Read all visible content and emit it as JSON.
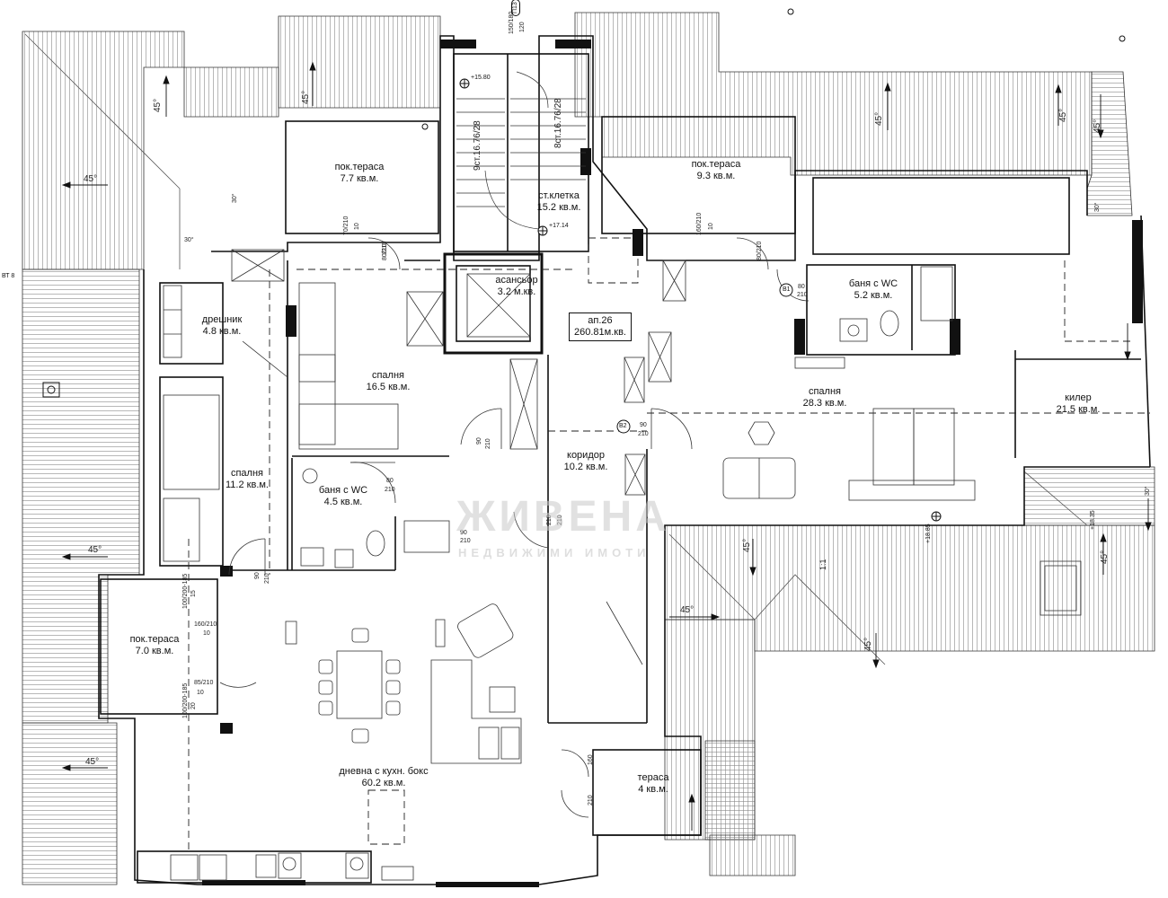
{
  "apartment": {
    "id": "ап.26",
    "area": "260.81м.кв."
  },
  "rooms": {
    "terrace_nw": {
      "name": "пок.тераса",
      "area": "7.7 кв.м."
    },
    "terrace_ne": {
      "name": "пок.тераса",
      "area": "9.3 кв.м."
    },
    "stairwell": {
      "name": "ст.клетка",
      "area": "15.2 кв.м."
    },
    "elevator": {
      "name": "асансьор",
      "area": "3.2 м.кв."
    },
    "bath_ne": {
      "name": "баня с WC",
      "area": "5.2 кв.м."
    },
    "closet": {
      "name": "дрешник",
      "area": "4.8 кв.м."
    },
    "bedroom_mid": {
      "name": "спалня",
      "area": "16.5 кв.м."
    },
    "bedroom_ne": {
      "name": "спалня",
      "area": "28.3 кв.м."
    },
    "storage": {
      "name": "килер",
      "area": "21.5 кв.м."
    },
    "bedroom_w": {
      "name": "спалня",
      "area": "11.2 кв.м."
    },
    "bath_mid": {
      "name": "баня с WC",
      "area": "4.5 кв.м."
    },
    "corridor": {
      "name": "коридор",
      "area": "10.2 кв.м."
    },
    "terrace_w": {
      "name": "пок.тераса",
      "area": "7.0 кв.м."
    },
    "living": {
      "name": "дневна с кухн. бокс",
      "area": "60.2 кв.м."
    },
    "terrace_s": {
      "name": "тераса",
      "area": "4 кв.м."
    }
  },
  "levels": {
    "l1": "+15.80",
    "l2": "+17.14",
    "l3": "+18.35",
    "l4": "+18.85"
  },
  "stairs": {
    "left": "9ст.16.76/28",
    "right": "8ст.16.76/28",
    "top_a": "150/180",
    "top_b": "120",
    "tag": "П13"
  },
  "roof_angles": [
    "45°",
    "45°",
    "45°",
    "45°",
    "45°",
    "45°",
    "45°",
    "45°",
    "45°",
    "45°",
    "45°",
    "45°",
    "30°",
    "30°",
    "30°",
    "30°"
  ],
  "slope_label": "1:1",
  "axis_tag": "ВТ 8",
  "door_tags": {
    "b1": "B1",
    "b2": "B2"
  },
  "door_dims": [
    "70/210",
    "10",
    "80/210",
    "160/210",
    "10",
    "80/210",
    "80",
    "210",
    "80",
    "210",
    "90",
    "210",
    "90",
    "210",
    "90",
    "210",
    "100/200-185",
    "15",
    "160/210",
    "10",
    "85/210",
    "10",
    "100/200-185",
    "20",
    "160",
    "210",
    "210",
    "210",
    "90",
    "210",
    "210"
  ],
  "watermark": {
    "brand": "ЖИВЕНА",
    "sub": "НЕДВИЖИМИ ИМОТИ"
  }
}
